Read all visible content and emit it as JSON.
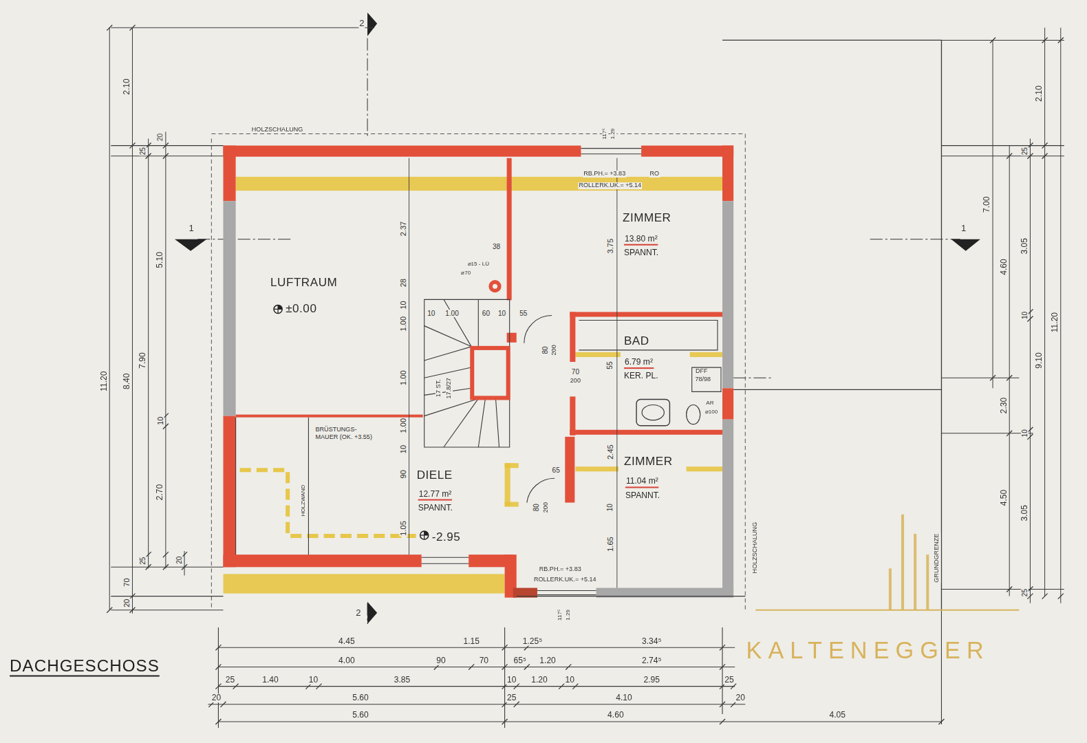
{
  "diagram": {
    "title": "DACHGESCHOSS",
    "nodes": [
      {
        "text": [
          "LUFTRAUM",
          "±0.00"
        ]
      },
      {
        "text": [
          "ZIMMER",
          "13.80 m²",
          "SPANNT."
        ]
      },
      {
        "text": [
          "BAD",
          "6.79 m²",
          "KER. PL."
        ]
      },
      {
        "text": [
          "ZIMMER",
          "11.04 m²",
          "SPANNT."
        ]
      },
      {
        "text": [
          "DIELE",
          "12.77 m²",
          "SPANNT.",
          "-2.95"
        ]
      }
    ],
    "edges": [],
    "labels": [
      "HOLZSCHALUNG",
      "HOLZSCHALUNG",
      "GRUNDGRENZE",
      "2",
      "2",
      "1",
      "1",
      "RB.PH.= +3.83",
      "RO",
      "ROLLERK.UK.= +5.14",
      "RB.PH.= +3.83",
      "ROLLERK.UK.= +5.14",
      "2.37",
      "28",
      "10",
      "1.00",
      "1.00",
      "1.00",
      "10",
      "90",
      "1.05",
      "38",
      "⌀15 - LÜ",
      "⌀70",
      "10",
      "1.00",
      "60",
      "10",
      "55",
      "17 ST.",
      "17.8/27",
      "80",
      "200",
      "70",
      "200",
      "55",
      "DFF",
      "78/98",
      "AR",
      "⌀100",
      "3.75",
      "2.45",
      "10",
      "1.65",
      "65",
      "80",
      "200",
      "BRÜSTUNGS- MAUER (OK. +3.55)",
      "HOLZWAND",
      "117⁵",
      "1.29",
      "117⁵",
      "1.29",
      "4.45",
      "1.15",
      "1.25⁵",
      "3.34⁵",
      "4.00",
      "90",
      "70",
      "65⁵",
      "1.20",
      "2.74⁵",
      "25",
      "1.40",
      "10",
      "3.85",
      "10",
      "1.20",
      "10",
      "2.95",
      "25",
      "20",
      "5.60",
      "25",
      "4.10",
      "20",
      "5.60",
      "4.60",
      "4.05",
      "11.20",
      "2.10",
      "8.40",
      "70",
      "20",
      "25",
      "5.10",
      "7.90",
      "10",
      "2.70",
      "25",
      "20",
      "20",
      "2.10",
      "7.00",
      "25",
      "4.60",
      "3.05",
      "10",
      "11.20",
      "2.30",
      "9.10",
      "10",
      "4.50",
      "3.05",
      "25",
      "KALTENEGGER"
    ]
  }
}
